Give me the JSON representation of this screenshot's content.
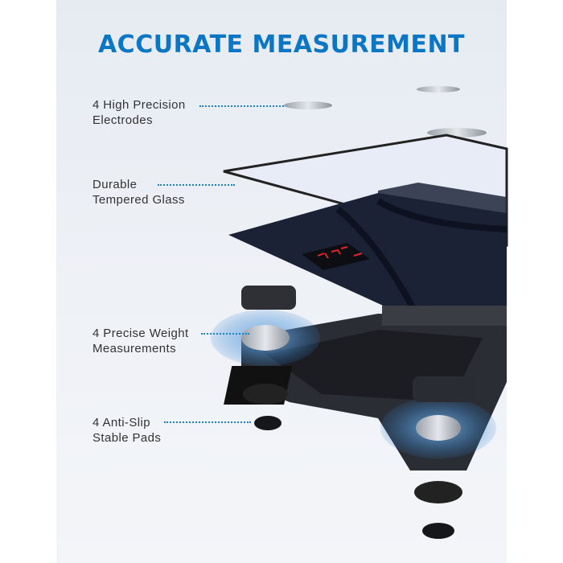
{
  "title": "ACCURATE MEASUREMENT",
  "features": [
    {
      "line1": "4 High Precision",
      "line2": "Electrodes"
    },
    {
      "line1": "Durable",
      "line2": "Tempered Glass"
    },
    {
      "line1": "4 Precise Weight",
      "line2": "Measurements"
    },
    {
      "line1": "4 Anti-Slip",
      "line2": "Stable Pads"
    }
  ],
  "colors": {
    "accent": "#0a76c4",
    "background": "#e9edf3",
    "glass": "#1c2236"
  }
}
